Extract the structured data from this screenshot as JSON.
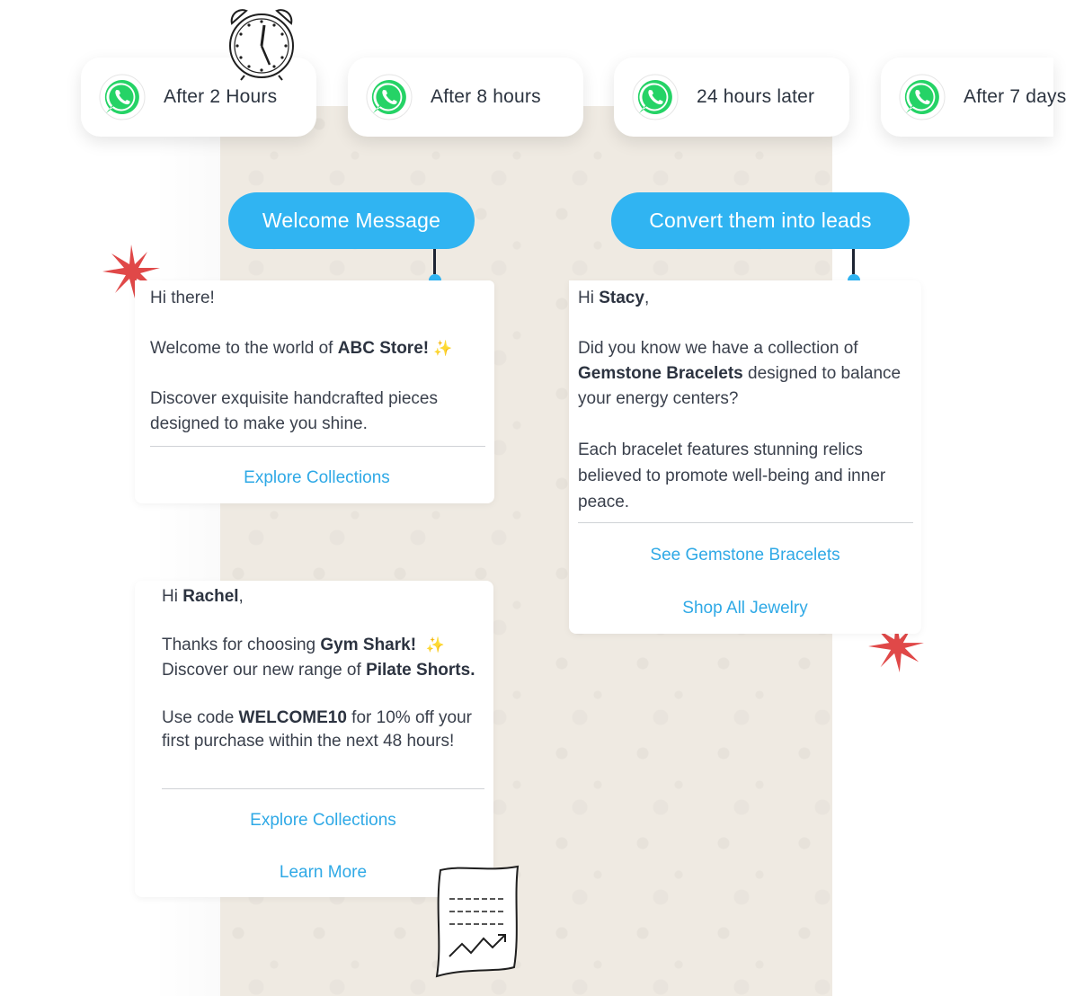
{
  "steps": [
    {
      "label": "After 2 Hours",
      "icon": "whatsapp-icon"
    },
    {
      "label": "After 8 hours",
      "icon": "whatsapp-icon"
    },
    {
      "label": "24 hours later",
      "icon": "whatsapp-icon"
    },
    {
      "label": "After 7 days",
      "icon": "whatsapp-icon"
    }
  ],
  "tags": {
    "welcome": "Welcome Message",
    "convert": "Convert them into leads"
  },
  "card_welcome": {
    "greeting": "Hi there!",
    "line1_prefix": "Welcome to the world of ",
    "line1_bold": "ABC Store!",
    "line2": "Discover exquisite handcrafted pieces designed to make you shine.",
    "button": "Explore Collections"
  },
  "card_rachel": {
    "greeting_prefix": "Hi ",
    "name": "Rachel",
    "greeting_suffix": ",",
    "thanks_prefix": "Thanks for choosing ",
    "brand": "Gym Shark!",
    "discover_prefix": "Discover our new range of ",
    "product": "Pilate Shorts.",
    "code_prefix": "Use code ",
    "code": "WELCOME10",
    "code_suffix": " for 10% off your first purchase within the next 48 hours!",
    "button1": "Explore Collections",
    "button2": "Learn More"
  },
  "card_stacy": {
    "greeting_prefix": "Hi ",
    "name": "Stacy",
    "greeting_suffix": ",",
    "q_prefix": "Did you know we have a collection of ",
    "product": "Gemstone Bracelets",
    "q_suffix": " designed to balance your energy centers?",
    "body": "Each bracelet features stunning relics believed to promote well-being and inner peace.",
    "button1": "See Gemstone Bracelets",
    "button2": "Shop All Jewelry"
  },
  "colors": {
    "accent": "#30b4f2",
    "link": "#2fa9e6",
    "chat_bg": "#efeae2",
    "burst": "#e04848",
    "whatsapp": "#25d366"
  }
}
